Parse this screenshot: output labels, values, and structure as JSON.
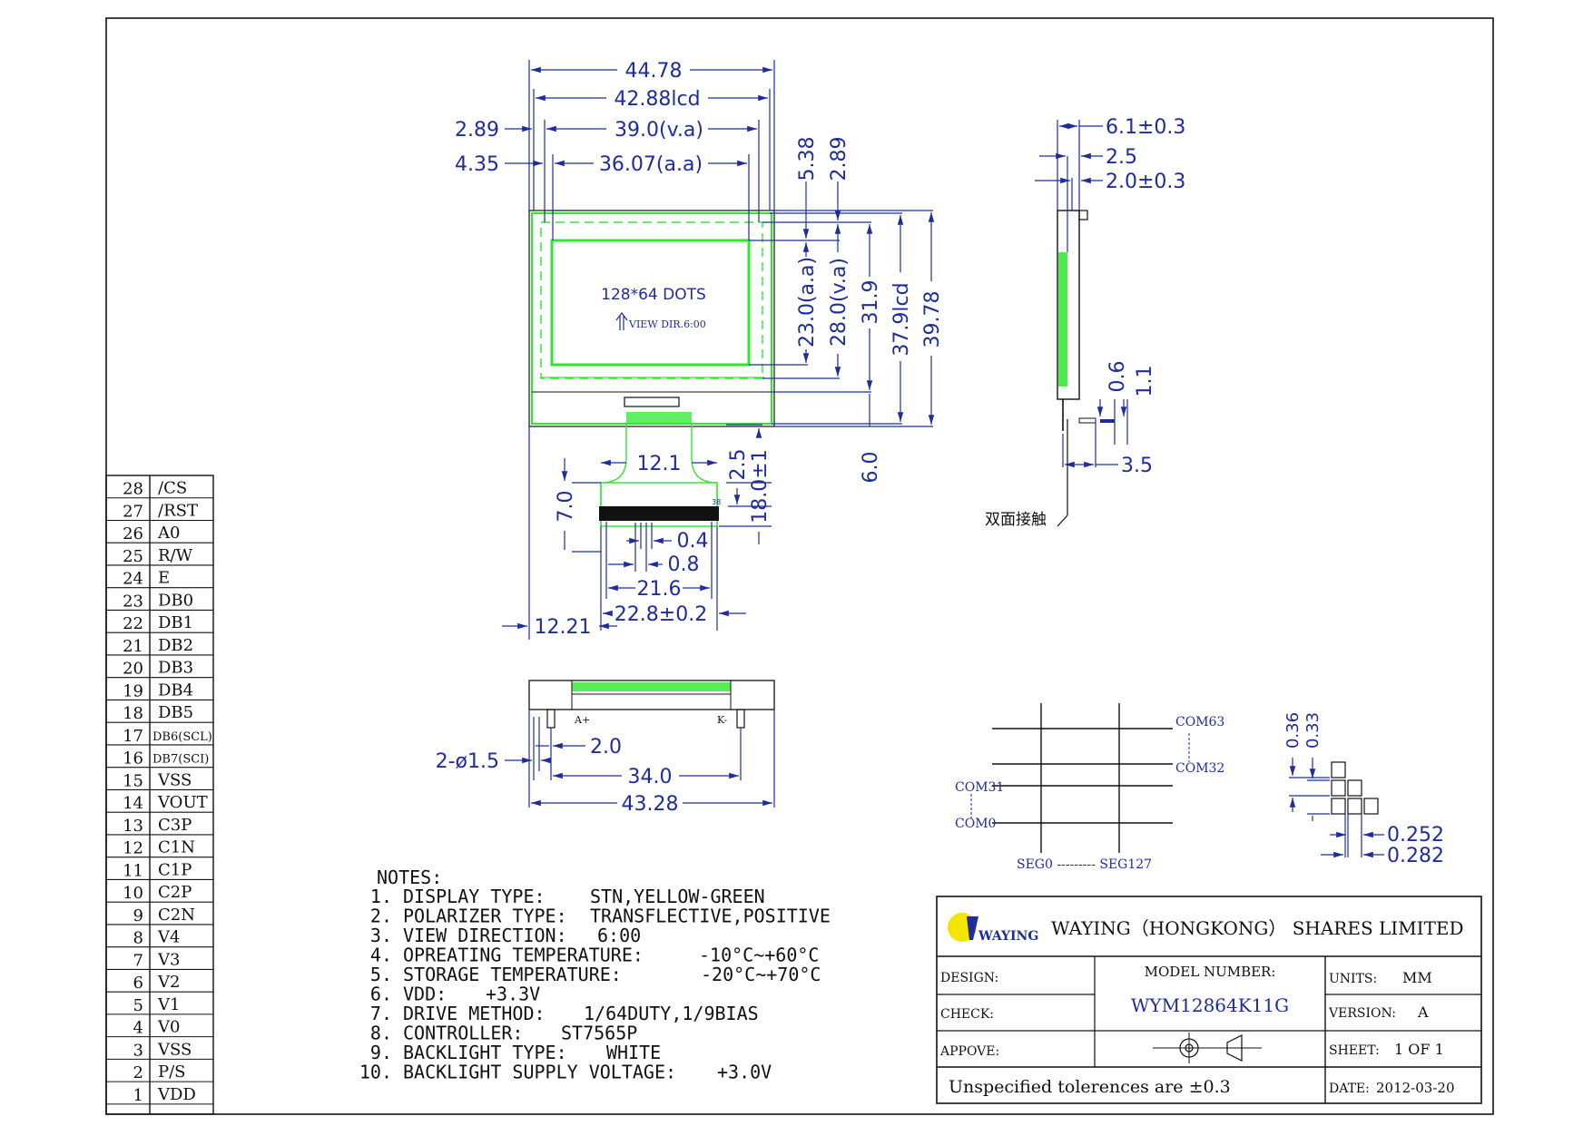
{
  "dimensions": {
    "top": {
      "w_44_78": "44.78",
      "w_42_88lcd": "42.88lcd",
      "w_2_89": "2.89",
      "w_39_va": "39.0(v.a)",
      "w_4_35": "4.35",
      "w_36_07_aa": "36.07(a.a)"
    },
    "right": {
      "h_5_38": "5.38",
      "h_2_89": "2.89",
      "h_23_aa": "23.0(a.a)",
      "h_28_va": "28.0(v.a)",
      "h_31_9": "31.9",
      "h_37_9lcd": "37.9lcd",
      "h_39_78": "39.78",
      "h_6_0": "6.0"
    },
    "fpc": {
      "w_12_1": "12.1",
      "h_2_5": "2.5",
      "h_18_0": "18.0±1",
      "h_7_0": "7.0",
      "pitch_0_4": "0.4",
      "pitch_0_8": "0.8",
      "w_21_6": "21.6",
      "w_22_8": "22.8±0.2",
      "off_12_21": "12.21",
      "pin_38": "38"
    },
    "side": {
      "t_6_1": "6.1±0.3",
      "t_2_5": "2.5",
      "t_2_0": "2.0±0.3",
      "t_0_6": "0.6",
      "t_1_1": "1.1",
      "t_3_5": "3.5",
      "tape_label": "双面接触"
    },
    "bottom": {
      "holes": "2-ø1.5",
      "w_2_0": "2.0",
      "w_34_0": "34.0",
      "w_43_28": "43.28",
      "anode": "A+",
      "cathode": "K-"
    }
  },
  "display_text": {
    "dots": "128*64  DOTS",
    "view_dir": "VIEW DIR.6:00"
  },
  "pixel_detail": {
    "d_0_36": "0.36",
    "d_0_33": "0.33",
    "d_0_252": "0.252",
    "d_0_282": "0.282"
  },
  "matrix": {
    "com63": "COM63",
    "com32": "COM32",
    "com31": "COM31",
    "com0": "COM0",
    "seg_range": "SEG0 --------- SEG127"
  },
  "pins": [
    {
      "num": "28",
      "name": "/CS"
    },
    {
      "num": "27",
      "name": "/RST"
    },
    {
      "num": "26",
      "name": "A0"
    },
    {
      "num": "25",
      "name": "R/W"
    },
    {
      "num": "24",
      "name": "E"
    },
    {
      "num": "23",
      "name": "DB0"
    },
    {
      "num": "22",
      "name": "DB1"
    },
    {
      "num": "21",
      "name": "DB2"
    },
    {
      "num": "20",
      "name": "DB3"
    },
    {
      "num": "19",
      "name": "DB4"
    },
    {
      "num": "18",
      "name": "DB5"
    },
    {
      "num": "17",
      "name": "DB6(SCL)"
    },
    {
      "num": "16",
      "name": "DB7(SCI)"
    },
    {
      "num": "15",
      "name": "VSS"
    },
    {
      "num": "14",
      "name": "VOUT"
    },
    {
      "num": "13",
      "name": "C3P"
    },
    {
      "num": "12",
      "name": "C1N"
    },
    {
      "num": "11",
      "name": "C1P"
    },
    {
      "num": "10",
      "name": "C2P"
    },
    {
      "num": "9",
      "name": "C2N"
    },
    {
      "num": "8",
      "name": "V4"
    },
    {
      "num": "7",
      "name": "V3"
    },
    {
      "num": "6",
      "name": "V2"
    },
    {
      "num": "5",
      "name": "V1"
    },
    {
      "num": "4",
      "name": "V0"
    },
    {
      "num": "3",
      "name": "VSS"
    },
    {
      "num": "2",
      "name": "P/S"
    },
    {
      "num": "1",
      "name": "VDD"
    }
  ],
  "notes": {
    "title": "NOTES:",
    "items": [
      {
        "num": "1.",
        "label": "DISPLAY TYPE:",
        "value": "STN,YELLOW-GREEN"
      },
      {
        "num": "2.",
        "label": "POLARIZER TYPE:",
        "value": "TRANSFLECTIVE,POSITIVE"
      },
      {
        "num": "3.",
        "label": "VIEW DIRECTION:",
        "value": "6:00"
      },
      {
        "num": "4.",
        "label": "OPREATING TEMPERATURE:",
        "value": "-10°C~+60°C"
      },
      {
        "num": "5.",
        "label": "STORAGE TEMPERATURE:",
        "value": "-20°C~+70°C"
      },
      {
        "num": "6.",
        "label": "VDD:",
        "value": "+3.3V"
      },
      {
        "num": "7.",
        "label": "DRIVE METHOD:",
        "value": "1/64DUTY,1/9BIAS"
      },
      {
        "num": "8.",
        "label": "CONTROLLER:",
        "value": "ST7565P"
      },
      {
        "num": "9.",
        "label": "BACKLIGHT TYPE:",
        "value": "WHITE"
      },
      {
        "num": "10.",
        "label": "BACKLIGHT SUPPLY VOLTAGE:",
        "value": "+3.0V"
      }
    ]
  },
  "title_block": {
    "logo_text": "WAYING",
    "company": "WAYING（HONGKONG） SHARES LIMITED",
    "design_label": "DESIGN:",
    "check_label": "CHECK:",
    "approve_label": "APPOVE:",
    "model_label": "MODEL NUMBER:",
    "model_value": "WYM12864K11G",
    "units_label": "UNITS:",
    "units_value": "MM",
    "version_label": "VERSION:",
    "version_value": "A",
    "sheet_label": "SHEET:",
    "sheet_value": "1  OF  1",
    "tolerance": "Unspecified tolerences are ±0.3",
    "date_label": "DATE:",
    "date_value": "2012-03-20"
  },
  "colors": {
    "dimension": "#1f2d9c",
    "outline_green": "#2ee82e",
    "logo_yellow": "#f2e600",
    "logo_blue": "#1f2d9c",
    "voltage_red": "#e02020"
  }
}
